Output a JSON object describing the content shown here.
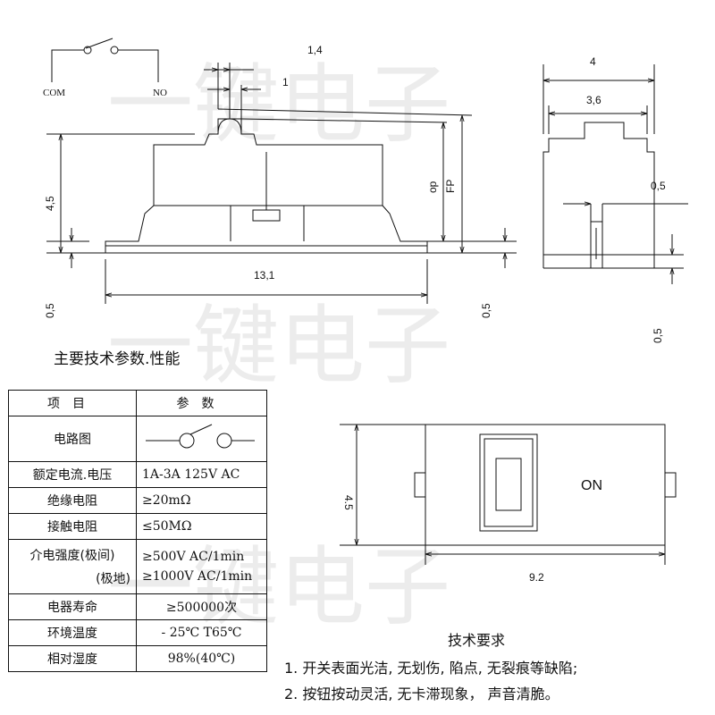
{
  "watermark": {
    "text": "一键电子"
  },
  "side_view": {
    "switch_labels": {
      "com": "COM",
      "no": "NO"
    },
    "dims": {
      "top_outer": "1,4",
      "top_inner": "1",
      "height": "4,5",
      "op": "op",
      "fp": "FP",
      "width": "13,1",
      "base_left": "0,5",
      "base_right": "0,5"
    }
  },
  "end_view": {
    "dims": {
      "outer": "4",
      "inner": "3,6",
      "slot": "0,5",
      "base": "0,5"
    }
  },
  "top_view": {
    "dims": {
      "height": "4.5",
      "width": "9.2"
    },
    "mark": "ON"
  },
  "spec_section": {
    "title": "主要技术参数.性能"
  },
  "spec_table": {
    "header": {
      "item": "项目",
      "param": "参数"
    },
    "rows": [
      {
        "label": "电路图",
        "value": ""
      },
      {
        "label": "额定电流.电压",
        "value": "1A-3A 125V AC"
      },
      {
        "label": "绝缘电阻",
        "value": "≥20mΩ"
      },
      {
        "label": "接触电阻",
        "value": "≤50MΩ"
      },
      {
        "label": "介电强度(极间)",
        "label2": "(极地)",
        "value": "≥500V AC/1min",
        "value2": "≥1000V AC/1min"
      },
      {
        "label": "电器寿命",
        "value": "≥500000次"
      },
      {
        "label": "环境温度",
        "value": "- 25℃ T65℃"
      },
      {
        "label": "相对湿度",
        "value": "98%(40℃)"
      }
    ]
  },
  "tech_requirements": {
    "title": "技术要求",
    "items": [
      "1. 开关表面光洁, 无划伤, 陷点, 无裂痕等缺陷;",
      "2. 按钮按动灵活, 无卡滞现象， 声音清脆。"
    ]
  }
}
